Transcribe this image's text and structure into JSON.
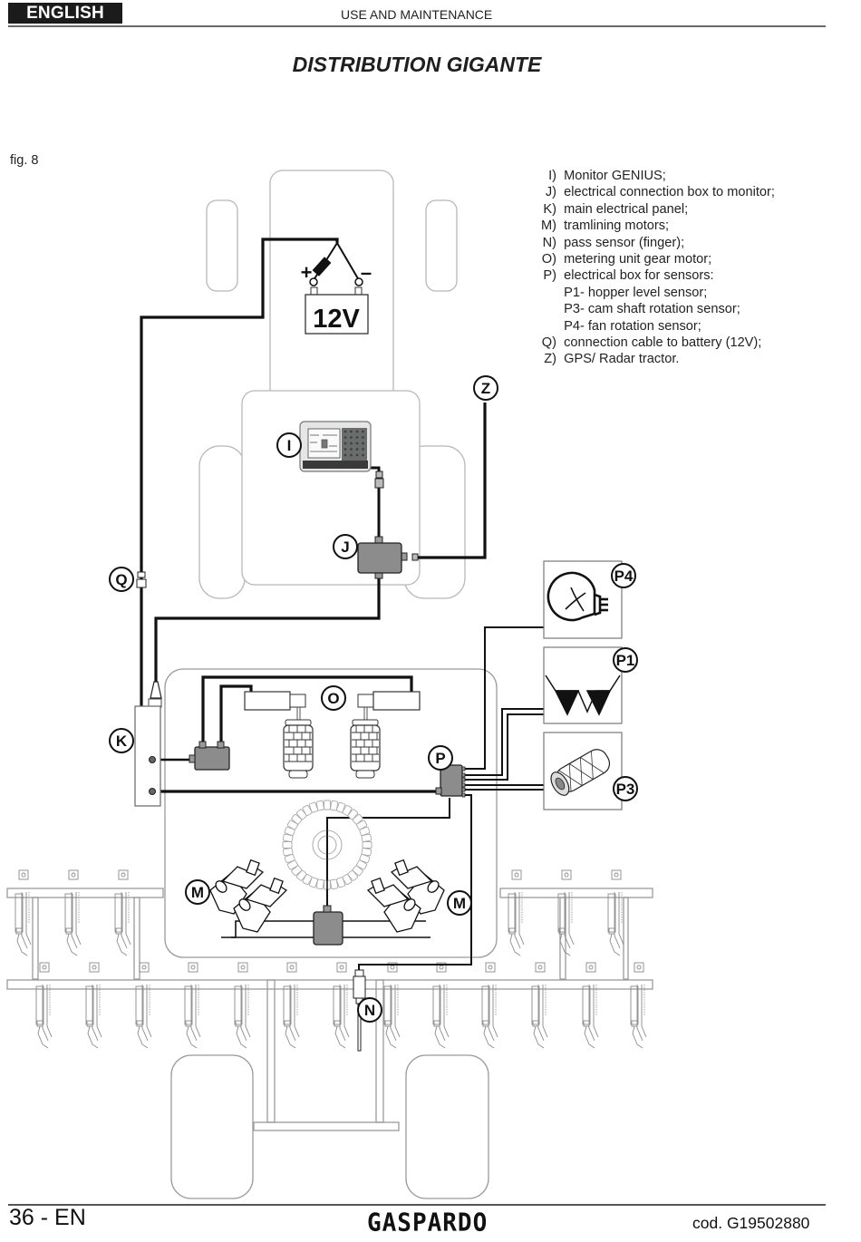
{
  "header": {
    "language": "ENGLISH",
    "section": "USE AND MAINTENANCE"
  },
  "title": "DISTRIBUTION GIGANTE",
  "figure": {
    "label": "fig. 8",
    "battery_label": "12V",
    "battery_plus": "+",
    "battery_minus": "–",
    "callouts": {
      "I": "I",
      "J": "J",
      "K": "K",
      "M_left": "M",
      "M_right": "M",
      "N": "N",
      "O": "O",
      "P": "P",
      "P1": "P1",
      "P3": "P3",
      "P4": "P4",
      "Q": "Q",
      "Z": "Z"
    }
  },
  "legend": [
    {
      "key": "I)",
      "text": "Monitor GENIUS;"
    },
    {
      "key": "J)",
      "text": "electrical connection box to monitor;"
    },
    {
      "key": "K)",
      "text": "main electrical panel;"
    },
    {
      "key": "M)",
      "text": "tramlining motors;"
    },
    {
      "key": "N)",
      "text": "pass sensor (finger);"
    },
    {
      "key": "O)",
      "text": "metering unit gear motor;"
    },
    {
      "key": "P)",
      "text": "electrical box for sensors:"
    },
    {
      "key": "",
      "text": "P1- hopper level sensor;",
      "sub": true
    },
    {
      "key": "",
      "text": "P3- cam shaft rotation sensor;",
      "sub": true
    },
    {
      "key": "",
      "text": "P4- fan rotation sensor;",
      "sub": true
    },
    {
      "key": "Q)",
      "text": "connection cable to battery (12V);"
    },
    {
      "key": "Z)",
      "text": "GPS/ Radar tractor."
    }
  ],
  "footer": {
    "page": "36 - EN",
    "brand": "GASPARDO",
    "code": "cod.  G19502880"
  },
  "colors": {
    "ink": "#111111",
    "outline": "#b5b5b5",
    "component_fill": "#8c8c8c"
  }
}
